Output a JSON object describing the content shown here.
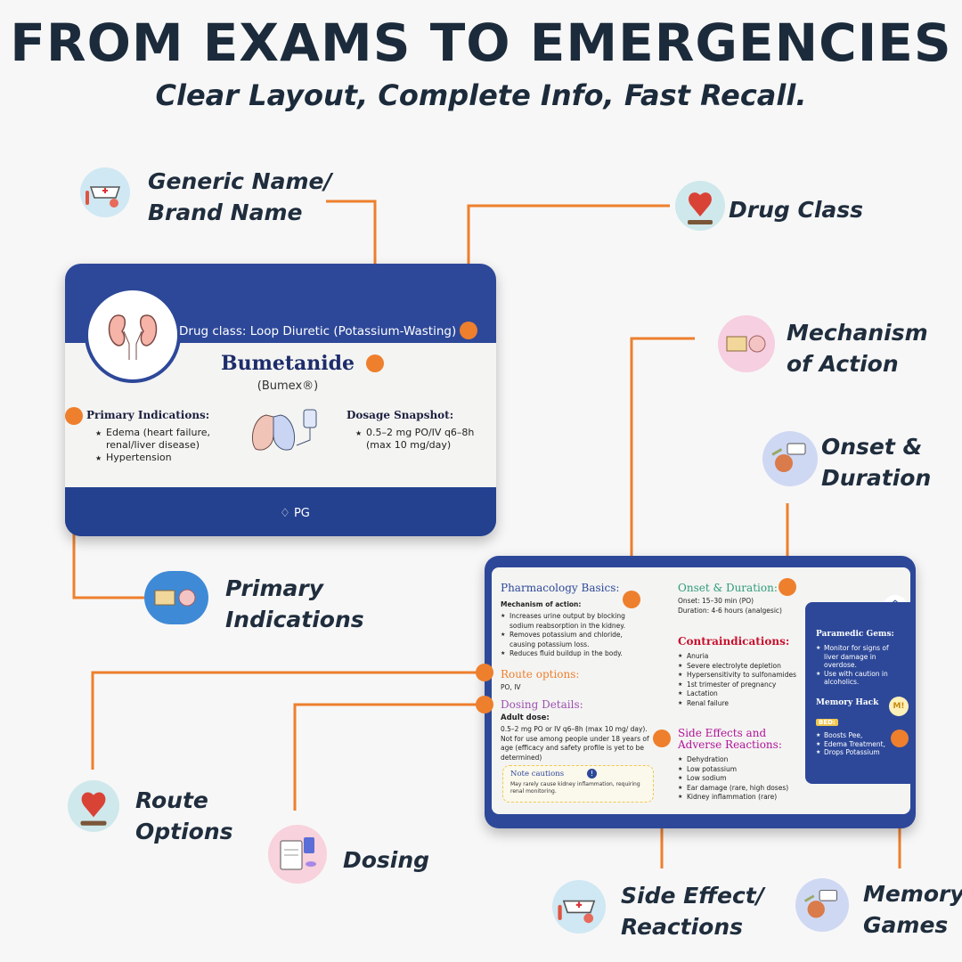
{
  "header": {
    "title": "FROM EXAMS TO EMERGENCIES",
    "subtitle": "Clear Layout, Complete Info, Fast Recall."
  },
  "callouts": {
    "generic_name": [
      "Generic Name/",
      "Brand Name"
    ],
    "drug_class": "Drug Class",
    "mechanism": [
      "Mechanism",
      "of Action"
    ],
    "onset": [
      "Onset &",
      "Duration"
    ],
    "primary": [
      "Primary",
      "Indications"
    ],
    "route": [
      "Route",
      "Options"
    ],
    "dosing": "Dosing",
    "side_effect": [
      "Side Effect/",
      "Reactions"
    ],
    "memory": [
      "Memory",
      "Games"
    ]
  },
  "card1": {
    "drug_class": "Drug class: Loop Diuretic (Potassium-Wasting)",
    "name": "Bumetanide",
    "brand": "(Bumex®)",
    "primary_heading": "Primary Indications:",
    "primary_items": [
      "Edema (heart failure, renal/liver disease)",
      "Hypertension"
    ],
    "dosage_heading": "Dosage Snapshot:",
    "dosage_items": [
      "0.5–2 mg PO/IV q6–8h (max 10 mg/day)"
    ],
    "footer": "PG"
  },
  "card2": {
    "pharm_heading": "Pharmacology Basics:",
    "moa_label": "Mechanism of action:",
    "moa_items": [
      "Increases urine output by blocking sodium reabsorption in the kidney.",
      "Removes potassium and chloride, causing potassium loss.",
      "Reduces fluid buildup in the body."
    ],
    "route_heading": "Route options:",
    "route_value": "PO, IV",
    "dosing_heading": "Dosing Details:",
    "adult_label": "Adult dose:",
    "adult_text": "0.5–2 mg PO or IV q6–8h (max 10 mg/ day). Not for use among people under 18 years of age (efficacy and safety profile is yet to be determined)",
    "note_title": "Note cautions",
    "note_text": "May rarely cause kidney inflammation, requiring renal monitoring.",
    "onset_heading": "Onset & Duration:",
    "onset_text": "Onset: 15–30 min (PO)",
    "duration_text": "Duration: 4-6 hours (analgesic)",
    "contra_heading": "Contraindications:",
    "contra_items": [
      "Anuria",
      "Severe electrolyte depletion",
      "Hypersensitivity to sulfonamides",
      "1st trimester of pregnancy",
      "Lactation",
      "Renal failure"
    ],
    "side_heading": "Side Effects and Adverse Reactions:",
    "side_items": [
      "Dehydration",
      "Low potassium",
      "Low sodium",
      "Ear damage (rare, high doses)",
      "Kidney inflammation (rare)"
    ],
    "gems_heading": "Paramedic Gems:",
    "gems_items": [
      "Monitor for signs of liver damage in overdose.",
      "Use with caution in alcoholics."
    ],
    "hack_heading": "Memory Hack",
    "hack_badge": "M!",
    "hack_label": "BED:",
    "hack_items": [
      "Boosts Pee,",
      "Edema Treatment,",
      "Drops Potassium"
    ]
  },
  "colors": {
    "navy": "#2d4899",
    "orange": "#ee7f2d",
    "red_heading": "#c8102e",
    "magenta_heading": "#b0139a"
  }
}
